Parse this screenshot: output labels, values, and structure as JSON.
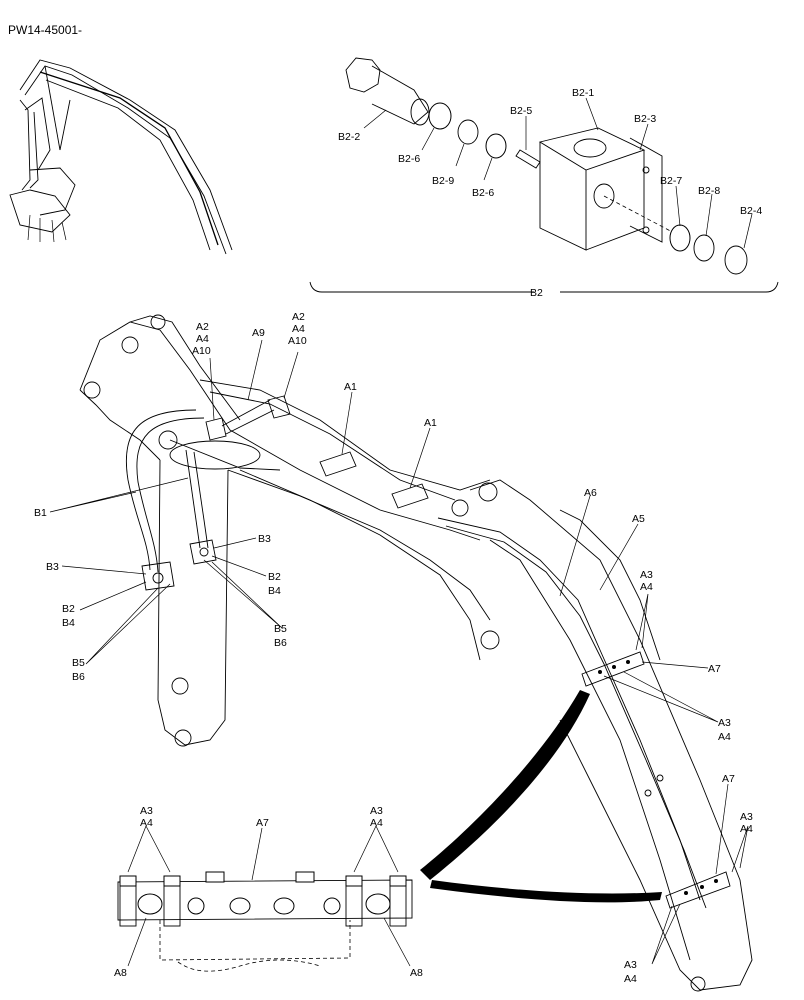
{
  "header": {
    "drawing_number": "PW14-45001-"
  },
  "labels": {
    "B2": "B2",
    "B2_1": "B2-1",
    "B2_2": "B2-2",
    "B2_3": "B2-3",
    "B2_4": "B2-4",
    "B2_5": "B2-5",
    "B2_6": "B2-6",
    "B2_7": "B2-7",
    "B2_8": "B2-8",
    "B2_9": "B2-9",
    "A1": "A1",
    "A2": "A2",
    "A3": "A3",
    "A4": "A4",
    "A5": "A5",
    "A6": "A6",
    "A7": "A7",
    "A8": "A8",
    "A9": "A9",
    "A10": "A10",
    "B1": "B1",
    "B3": "B3",
    "B4": "B4",
    "B5": "B5",
    "B6": "B6"
  }
}
